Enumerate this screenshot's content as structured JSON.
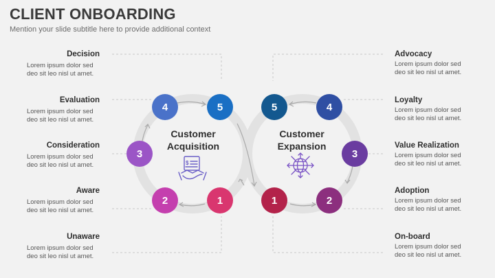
{
  "title": "CLIENT ONBOARDING",
  "subtitle": "Mention your slide subtitle here to provide additional context",
  "left_loop": {
    "title_line1": "Customer",
    "title_line2": "Acquisition",
    "icon": "handshake-contract-icon",
    "steps": [
      {
        "num": "5",
        "label": "Decision",
        "desc": "Lorem ipsum dolor sed\ndeo sit leo nisl ut amet.",
        "color": "#1a6fc4"
      },
      {
        "num": "4",
        "label": "Evaluation",
        "desc": "Lorem ipsum dolor sed\ndeo sit leo nisl ut amet.",
        "color": "#4a72c9"
      },
      {
        "num": "3",
        "label": "Consideration",
        "desc": "Lorem ipsum dolor sed\ndeo sit leo nisl ut amet.",
        "color": "#9b55c6"
      },
      {
        "num": "2",
        "label": "Aware",
        "desc": "Lorem ipsum dolor sed\ndeo sit leo nisl ut amet.",
        "color": "#c43fae"
      },
      {
        "num": "1",
        "label": "Unaware",
        "desc": "Lorem ipsum dolor sed\ndeo sit leo nisl ut amet.",
        "color": "#d9366f"
      }
    ]
  },
  "right_loop": {
    "title_line1": "Customer",
    "title_line2": "Expansion",
    "icon": "globe-network-icon",
    "steps": [
      {
        "num": "5",
        "label": "Advocacy",
        "desc": "Lorem ipsum dolor sed\ndeo sit leo nisl ut amet.",
        "color": "#13588f"
      },
      {
        "num": "4",
        "label": "Loyalty",
        "desc": "Lorem ipsum dolor sed\ndeo sit leo nisl ut amet.",
        "color": "#2f4fa3"
      },
      {
        "num": "3",
        "label": "Value Realization",
        "desc": "Lorem ipsum dolor sed\ndeo sit leo nisl ut amet.",
        "color": "#6a3ca0"
      },
      {
        "num": "2",
        "label": "Adoption",
        "desc": "Lorem ipsum dolor sed\ndeo sit leo nisl ut amet.",
        "color": "#8c2f7e"
      },
      {
        "num": "1",
        "label": "On-board",
        "desc": "Lorem ipsum dolor sed\ndeo sit leo nisl ut amet.",
        "color": "#b3224a"
      }
    ]
  },
  "colors": {
    "loop_track": "#e2e2e2",
    "connector": "#c8c8c8",
    "icon_left": "#6b5fc7",
    "icon_right": "#7a53c5"
  }
}
